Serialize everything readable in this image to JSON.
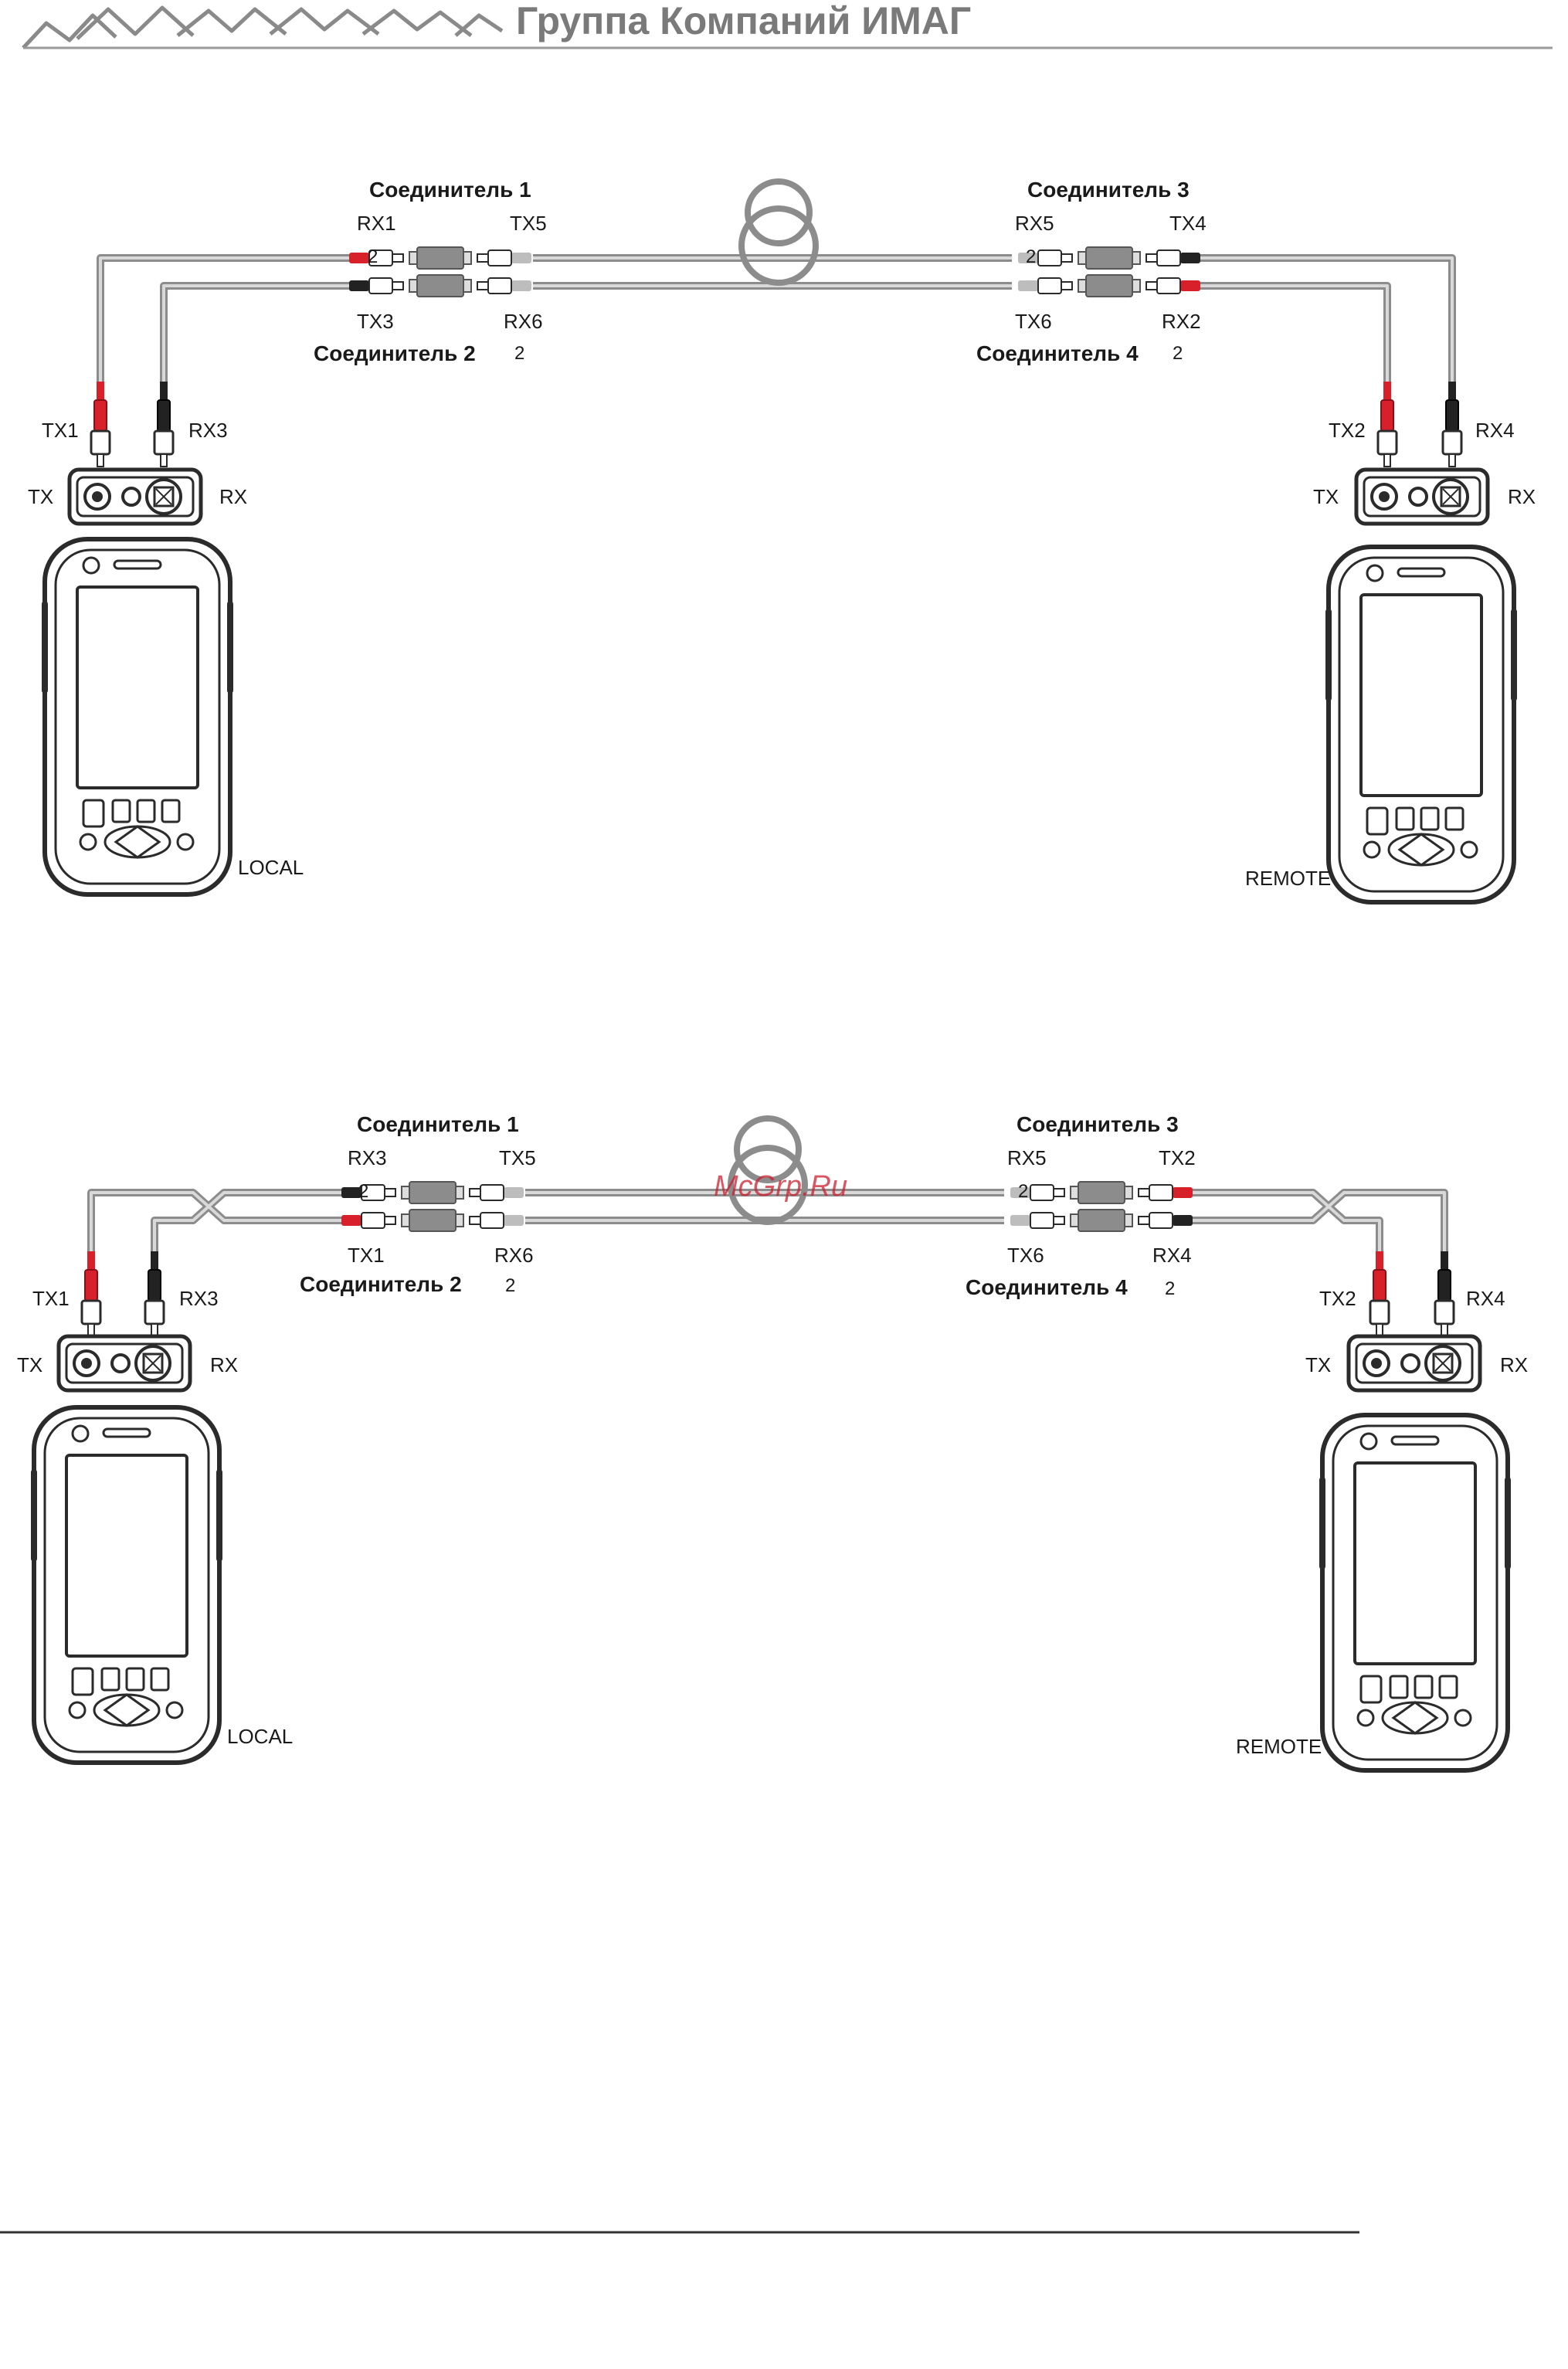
{
  "header": {
    "title": "Группа Компаний ИМАГ"
  },
  "watermark": "McGrp.Ru",
  "colors": {
    "cable": "#8c8c8c",
    "connector_red": "#d8202a",
    "connector_black": "#222222",
    "connector_grey": "#b5b5b5",
    "header_text": "#7a7a7a",
    "watermark": "#cc1f2f"
  },
  "diagram1": {
    "coupler1": {
      "title": "Соединитель 1",
      "top_left": "RX1",
      "top_right": "TX5",
      "mark": "2"
    },
    "coupler2": {
      "title": "Соединитель 2",
      "bottom_left": "TX3",
      "bottom_right": "RX6",
      "mark": "2"
    },
    "coupler3": {
      "title": "Соединитель 3",
      "top_left": "RX5",
      "top_right": "TX4",
      "mark": "2"
    },
    "coupler4": {
      "title": "Соединитель 4",
      "bottom_left": "TX6",
      "bottom_right": "RX2",
      "mark": "2"
    },
    "local": {
      "plug_left": "TX1",
      "plug_right": "RX3",
      "port_tx": "TX",
      "port_rx": "RX",
      "device": "LOCAL"
    },
    "remote": {
      "plug_left": "TX2",
      "plug_right": "RX4",
      "port_tx": "TX",
      "port_rx": "RX",
      "device": "REMOTE"
    }
  },
  "diagram2": {
    "coupler1": {
      "title": "Соединитель 1",
      "top_left": "RX3",
      "top_right": "TX5",
      "mark": "2"
    },
    "coupler2": {
      "title": "Соединитель 2",
      "bottom_left": "TX1",
      "bottom_right": "RX6",
      "mark": "2"
    },
    "coupler3": {
      "title": "Соединитель 3",
      "top_left": "RX5",
      "top_right": "TX2",
      "mark": "2"
    },
    "coupler4": {
      "title": "Соединитель 4",
      "bottom_left": "TX6",
      "bottom_right": "RX4",
      "mark": "2"
    },
    "local": {
      "plug_left": "TX1",
      "plug_right": "RX3",
      "port_tx": "TX",
      "port_rx": "RX",
      "device": "LOCAL"
    },
    "remote": {
      "plug_left": "TX2",
      "plug_right": "RX4",
      "port_tx": "TX",
      "port_rx": "RX",
      "device": "REMOTE"
    }
  }
}
